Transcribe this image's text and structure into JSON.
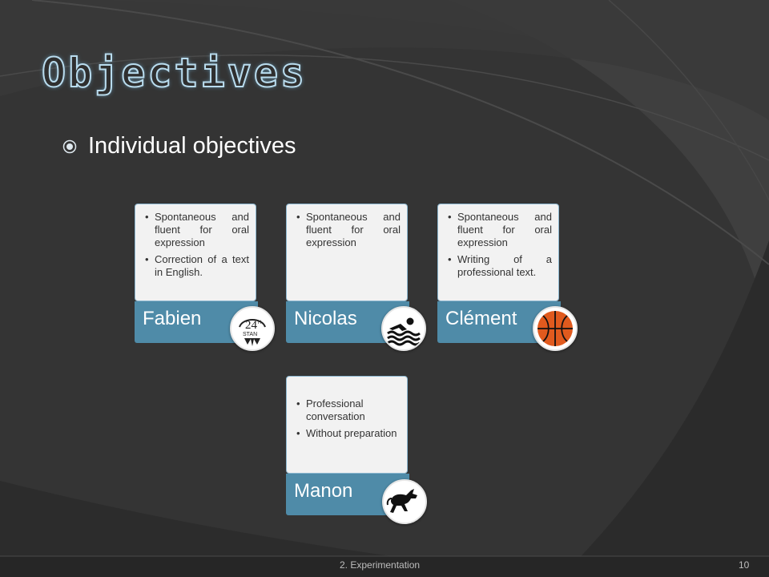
{
  "slide": {
    "title": "Objectives",
    "bullet": "Individual objectives",
    "footer": "2. Experimentation",
    "page_number": "10"
  },
  "cards": [
    {
      "name": "Fabien",
      "items": [
        "Spontaneous and fluent for oral expression",
        "Correction of a text in English."
      ],
      "icon": "24h-stan-logo-icon"
    },
    {
      "name": "Nicolas",
      "items": [
        "Spontaneous and fluent for oral expression"
      ],
      "icon": "swimmer-icon"
    },
    {
      "name": "Clément",
      "items": [
        "Spontaneous and fluent for oral expression",
        "Writing of a professional text."
      ],
      "icon": "basketball-icon"
    },
    {
      "name": "Manon",
      "items": [
        "Professional conversation",
        "Without preparation"
      ],
      "icon": "horse-icon"
    }
  ],
  "colors": {
    "background": "#333333",
    "accent": "#4f8ba8",
    "title_glow": "#b9dcee"
  }
}
